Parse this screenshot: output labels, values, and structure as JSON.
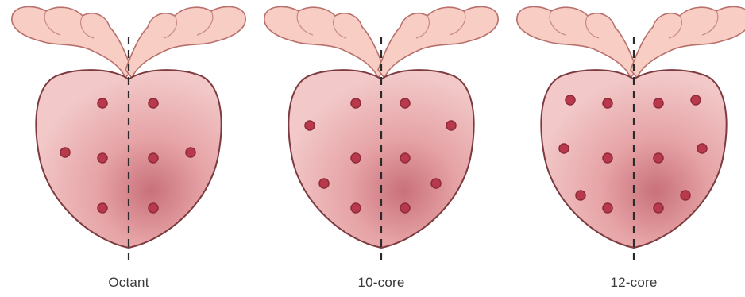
{
  "colors": {
    "gland_fill_light": "#f2c8c8",
    "gland_fill_mid": "#e6a3a6",
    "gland_fill_dark": "#c9717b",
    "gland_outline": "#7d3b3f",
    "seminal_vesicle_fill": "#f7cdc4",
    "seminal_vesicle_outline": "#b9706c",
    "core_dot_fill": "#b8394c",
    "core_dot_outline": "#8e2a39",
    "midline": "#2a2a2a",
    "caption_text": "#3a3a3a"
  },
  "panels": [
    {
      "caption": "Octant",
      "core_count": 8
    },
    {
      "caption": "10-core",
      "core_count": 10
    },
    {
      "caption": "12-core",
      "core_count": 12
    }
  ]
}
